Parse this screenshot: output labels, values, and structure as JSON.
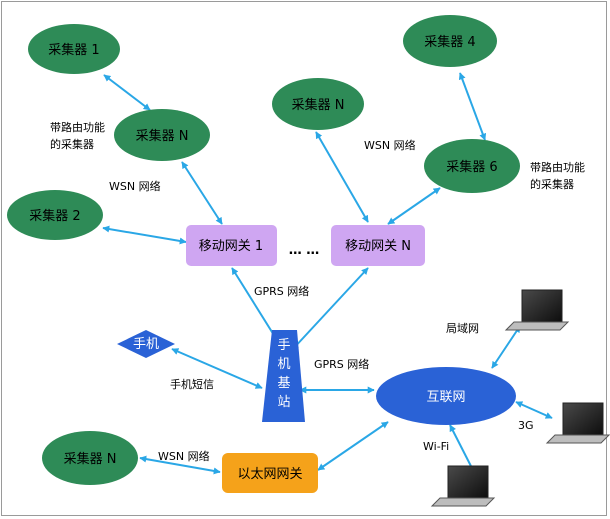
{
  "colors": {
    "collector_fill": "#2e8b57",
    "gateway_fill": "#cfa6f2",
    "station_fill": "#2a62d6",
    "phone_fill": "#2a62d6",
    "internet_fill": "#2a62d6",
    "ethernet_gateway_fill": "#f5a21a",
    "link": "#2aa7e6"
  },
  "nodes": {
    "collector_1": "采集器  1",
    "collector_n_top": "采集器  N",
    "collector_2": "采集器  2",
    "collector_n_center": "采集器  N",
    "collector_4": "采集器  4",
    "collector_6": "采集器  6",
    "collector_n_bottom": "采集器  N",
    "mobile_gateway_1": "移动网关 1",
    "mobile_gateway_n": "移动网关 N",
    "gateway_ellipsis": "…  …",
    "base_station": [
      "手",
      "机",
      "基",
      "站"
    ],
    "phone": "手机",
    "internet": "互联网",
    "ethernet_gateway": "以太网网关"
  },
  "labels": {
    "router_collector_left": [
      "带路由功能",
      "的采集器"
    ],
    "router_collector_right": [
      "带路由功能",
      "的采集器"
    ],
    "wsn_left": "WSN 网络",
    "wsn_right": "WSN 网络",
    "wsn_bottom": "WSN 网络",
    "gprs_top": "GPRS 网络",
    "gprs_mid": "GPRS 网络",
    "sms": "手机短信",
    "lan": "局域网",
    "wifi": "Wi-Fi",
    "three_g": "3G"
  },
  "icons": [
    "laptop-icon",
    "laptop-icon",
    "laptop-icon"
  ]
}
